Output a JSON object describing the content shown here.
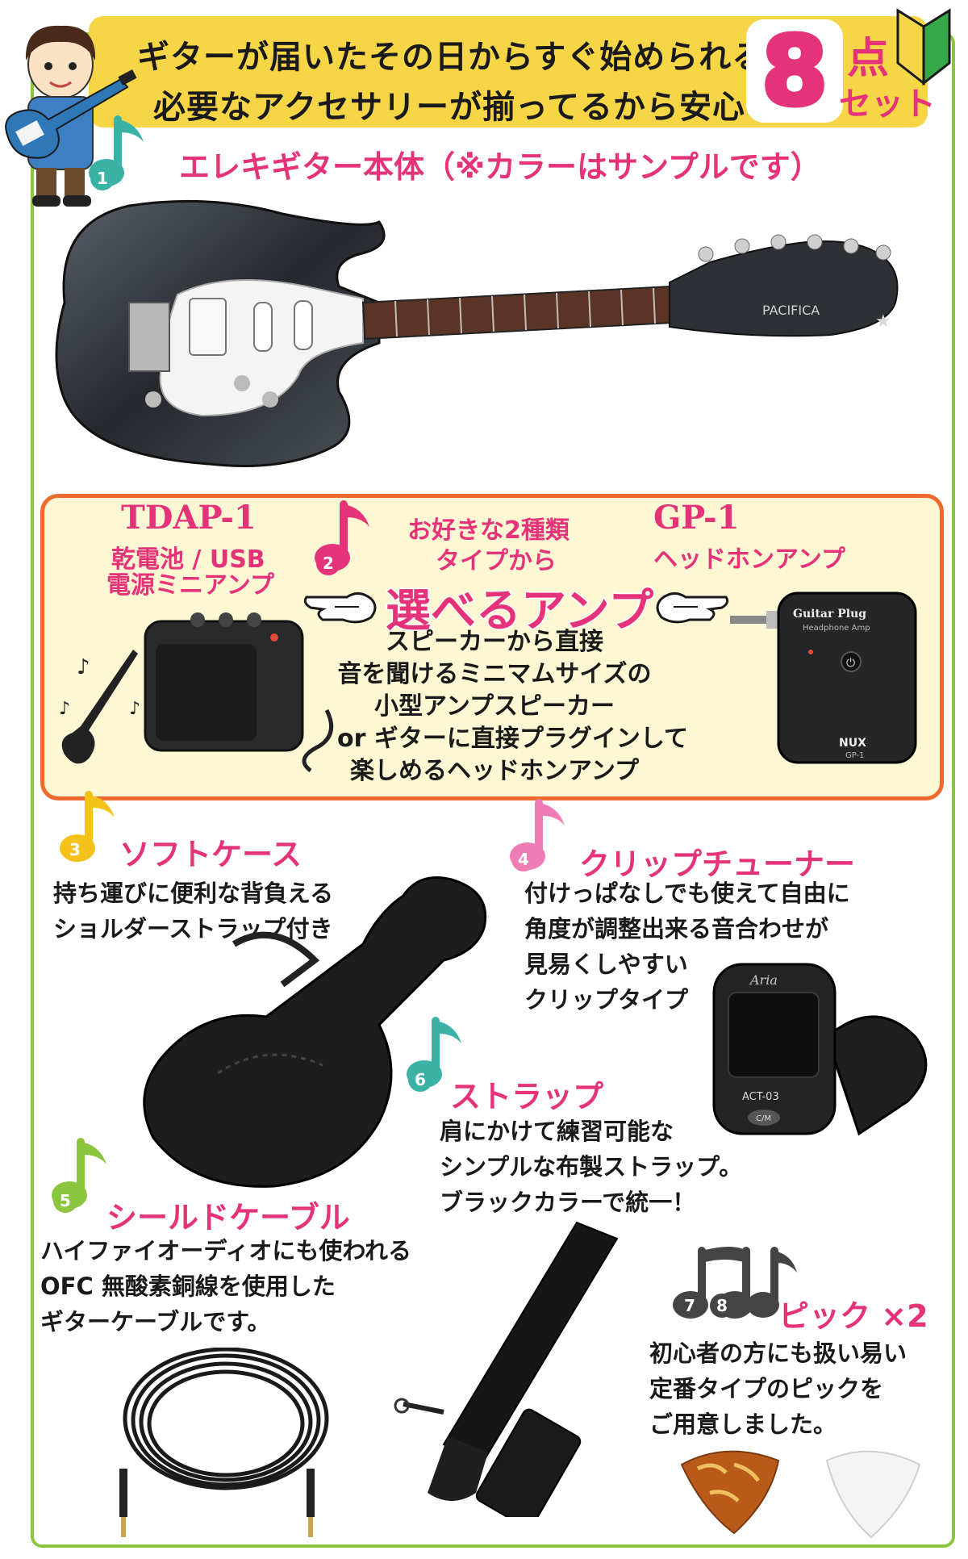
{
  "banner": {
    "line1": "ギターが届いたその日からすぐ始められる",
    "line2": "必要なアクセサリーが揃ってるから安心の",
    "count": "8",
    "unit1": "点",
    "unit2": "セット"
  },
  "items": {
    "guitar": {
      "num": "1",
      "title": "エレキギター本体（※カラーはサンプルです）",
      "body_label": "PACIFICA"
    },
    "amp": {
      "num": "2",
      "intro1": "お好きな2種類",
      "intro2": "タイプから",
      "headline": "選べるアンプ",
      "left_model": "TDAP-1",
      "left_desc1": "乾電池 / USB",
      "left_desc2": "電源ミニアンプ",
      "right_model": "GP-1",
      "right_desc": "ヘッドホンアンプ",
      "desc": [
        "スピーカーから直接",
        "音を聞けるミニマムサイズの",
        "小型アンプスピーカー",
        "or ギターに直接プラグインして",
        "楽しめるヘッドホンアンプ"
      ],
      "device_brand": "Guitar Plug",
      "device_sub": "Headphone Amp",
      "device_maker": "NUX",
      "device_model": "GP-1"
    },
    "softcase": {
      "num": "3",
      "title": "ソフトケース",
      "desc": [
        "持ち運びに便利な背負える",
        "ショルダーストラップ付き"
      ]
    },
    "tuner": {
      "num": "4",
      "title": "クリップチューナー",
      "desc": [
        "付けっぱなしでも使えて自由に",
        "角度が調整出来る音合わせが",
        "見易くしやすい",
        "クリップタイプ"
      ],
      "brand": "Aria",
      "model": "ACT-03",
      "button": "C/M"
    },
    "cable": {
      "num": "5",
      "title": "シールドケーブル",
      "desc": [
        "ハイファイオーディオにも使われる",
        "OFC 無酸素銅線を使用した",
        "ギターケーブルです。"
      ]
    },
    "strap": {
      "num": "6",
      "title": "ストラップ",
      "desc": [
        "肩にかけて練習可能な",
        "シンプルな布製ストラップ。",
        "ブラックカラーで統一！"
      ]
    },
    "pick": {
      "num1": "7",
      "num2": "8",
      "title": "ピック ×2",
      "desc": [
        "初心者の方にも扱い易い",
        "定番タイプのピックを",
        "ご用意しました。"
      ]
    }
  },
  "colors": {
    "accent_pink": "#e5337a",
    "frame_green": "#8cc63f",
    "banner_yellow": "#f6d547",
    "amp_border": "#ee6b2d",
    "amp_bg": "#fdf7d4"
  },
  "icons": [
    "music-note-icon",
    "pointing-hand-icon",
    "beginner-mark-icon"
  ]
}
